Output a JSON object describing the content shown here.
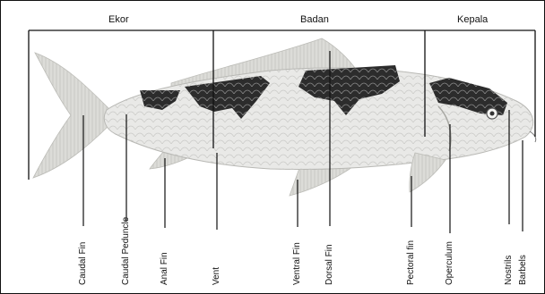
{
  "sections": {
    "tail": "Ekor",
    "body": "Badan",
    "head": "Kepala"
  },
  "parts": {
    "caudal_fin": "Caudal Fin",
    "caudal_peduncle": "Caudal Peduncle",
    "anal_fin": "Anal Fin",
    "vent": "Vent",
    "ventral_fin": "Ventral Fin",
    "dorsal_fin": "Dorsal Fin",
    "pectoral_fin": "Pectoral fin",
    "operculum": "Operculum",
    "nostrils": "Nostrils",
    "barbels": "Barbels"
  },
  "colors": {
    "body": "#e9e9e7",
    "scale_patch": "#2c2c2c",
    "fin": "#dcdcd8",
    "line": "#111111"
  }
}
